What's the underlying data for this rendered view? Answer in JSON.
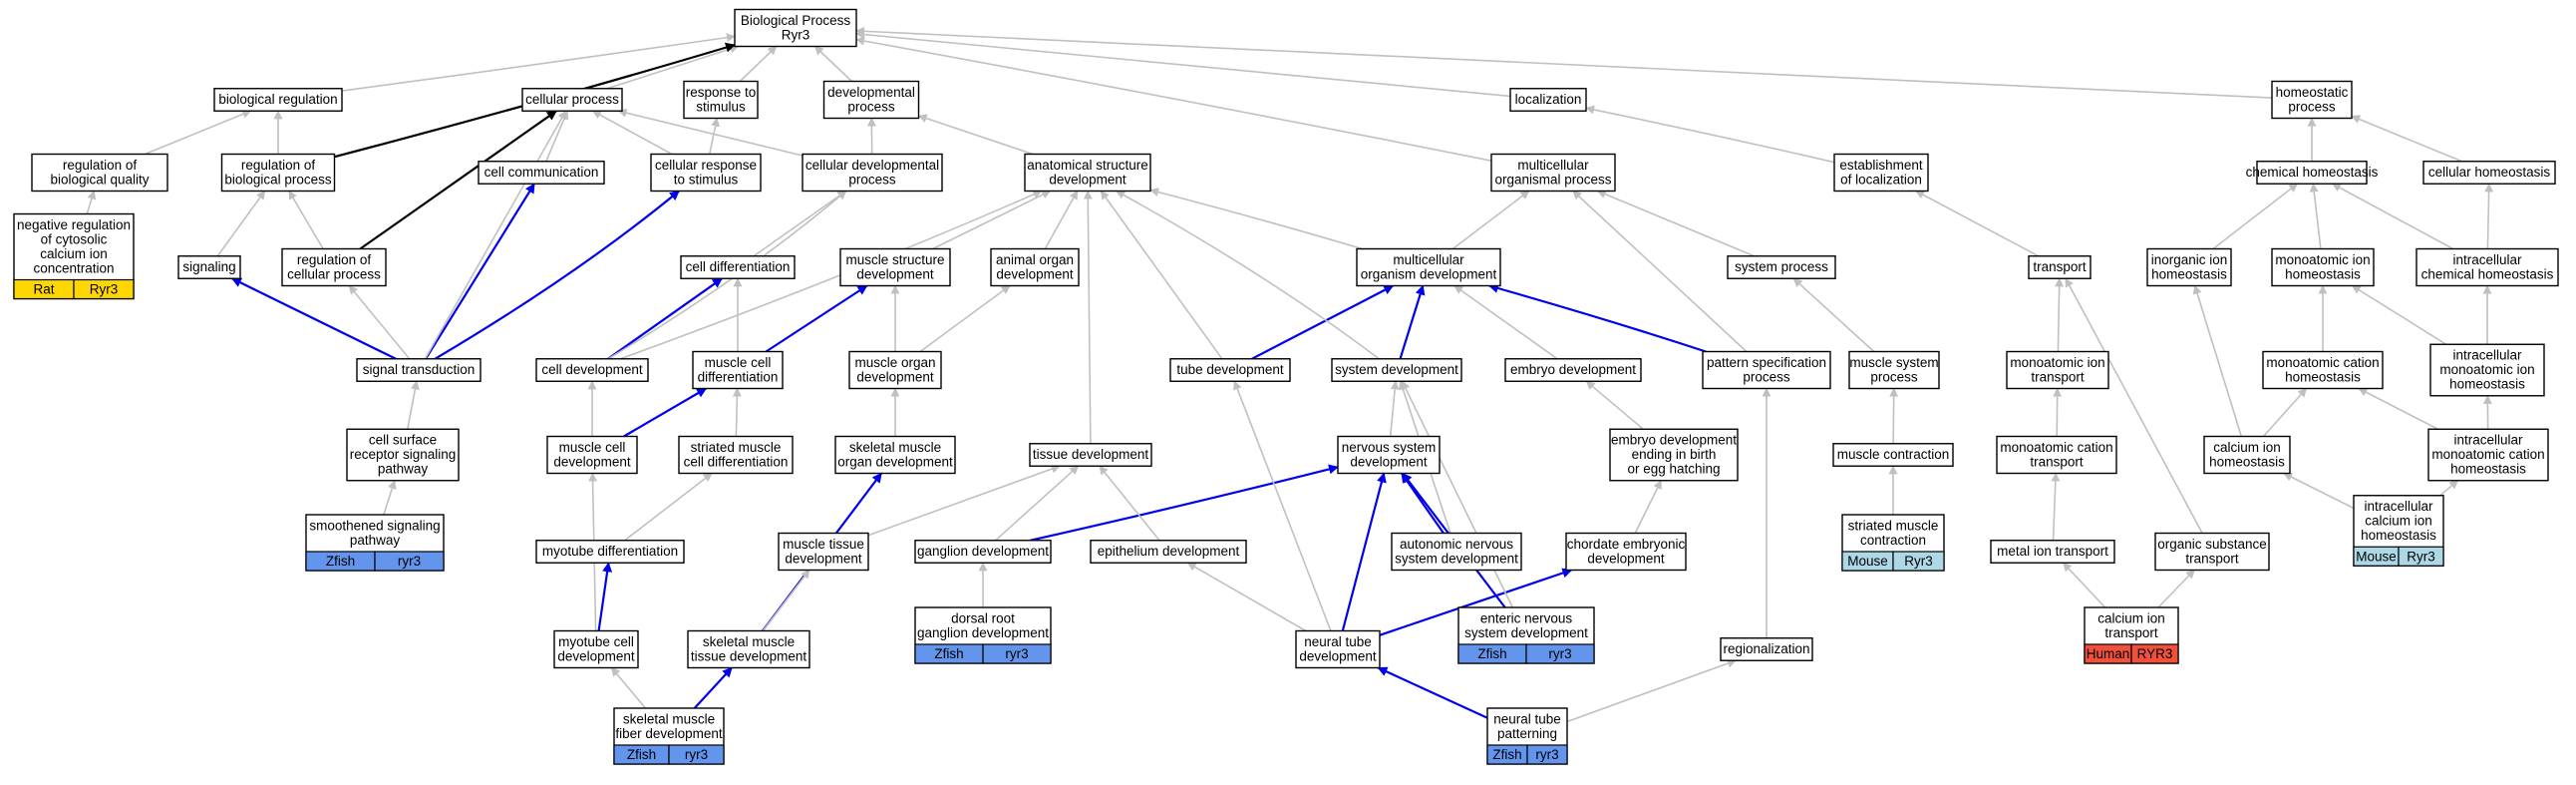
{
  "colors": {
    "gray_edge": "#c0c0c0",
    "black_edge": "#000000",
    "blue_edge": "#0000ee",
    "zfish_badge": "#6495ed",
    "mouse_badge": "#add8e6",
    "rat_badge": "#ffd700",
    "human_badge": "#f0503c"
  },
  "nodes": {
    "root": [
      "Biological Process",
      "Ryr3"
    ],
    "bioreg": [
      "biological regulation"
    ],
    "cellproc": [
      "cellular process"
    ],
    "resp": [
      "response to",
      "stimulus"
    ],
    "devproc": [
      "developmental",
      "process"
    ],
    "local": [
      "localization"
    ],
    "homeo": [
      "homeostatic",
      "process"
    ],
    "regbq": [
      "regulation of",
      "biological quality"
    ],
    "regbp": [
      "regulation of",
      "biological process"
    ],
    "cellcomm": [
      "cell communication"
    ],
    "cellresp": [
      "cellular response",
      "to stimulus"
    ],
    "celldevp": [
      "cellular developmental",
      "process"
    ],
    "anat": [
      "anatomical structure",
      "development"
    ],
    "multorg": [
      "multicellular",
      "organismal process"
    ],
    "estloc": [
      "establishment",
      "of localization"
    ],
    "chemh": [
      "chemical homeostasis"
    ],
    "cellh": [
      "cellular homeostasis"
    ],
    "negreg": [
      "negative regulation",
      "of cytosolic",
      "calcium ion",
      "concentration"
    ],
    "signaling": [
      "signaling"
    ],
    "regcp": [
      "regulation of",
      "cellular process"
    ],
    "celldiff": [
      "cell differentiation"
    ],
    "musstr": [
      "muscle structure",
      "development"
    ],
    "animorg": [
      "animal organ",
      "development"
    ],
    "multdev": [
      "multicellular",
      "organism development"
    ],
    "sysproc": [
      "system process"
    ],
    "transport": [
      "transport"
    ],
    "inorg": [
      "inorganic ion",
      "homeostasis"
    ],
    "monoh": [
      "monoatomic ion",
      "homeostasis"
    ],
    "intrachem": [
      "intracellular",
      "chemical homeostasis"
    ],
    "sigtrans": [
      "signal transduction"
    ],
    "celldev": [
      "cell development"
    ],
    "muscdiff": [
      "muscle cell",
      "differentiation"
    ],
    "musorg": [
      "muscle organ",
      "development"
    ],
    "tubedev": [
      "tube development"
    ],
    "sysdev": [
      "system development"
    ],
    "embdev": [
      "embryo development"
    ],
    "patspec": [
      "pattern specification",
      "process"
    ],
    "mussys": [
      "muscle system",
      "process"
    ],
    "monotr": [
      "monoatomic ion",
      "transport"
    ],
    "monocath": [
      "monoatomic cation",
      "homeostasis"
    ],
    "intramono": [
      "intracellular",
      "monoatomic ion",
      "homeostasis"
    ],
    "cellsurf": [
      "cell surface",
      "receptor signaling",
      "pathway"
    ],
    "musceldev": [
      "muscle cell",
      "development"
    ],
    "strmusdiff": [
      "striated muscle",
      "cell differentiation"
    ],
    "skelorg": [
      "skeletal muscle",
      "organ development"
    ],
    "tissue": [
      "tissue development"
    ],
    "nervsys": [
      "nervous system",
      "development"
    ],
    "embbirth": [
      "embryo development",
      "ending in birth",
      "or egg hatching"
    ],
    "muscontr": [
      "muscle contraction"
    ],
    "monocattr": [
      "monoatomic cation",
      "transport"
    ],
    "calh": [
      "calcium ion",
      "homeostasis"
    ],
    "intramonocat": [
      "intracellular",
      "monoatomic cation",
      "homeostasis"
    ],
    "smooth": [
      "smoothened signaling",
      "pathway"
    ],
    "myodiff": [
      "myotube differentiation"
    ],
    "mustis": [
      "muscle tissue",
      "development"
    ],
    "ganglion": [
      "ganglion development"
    ],
    "epith": [
      "epithelium development"
    ],
    "autonom": [
      "autonomic nervous",
      "system development"
    ],
    "chordate": [
      "chordate embryonic",
      "development"
    ],
    "striatcon": [
      "striated muscle",
      "contraction"
    ],
    "metaltr": [
      "metal ion transport"
    ],
    "orgsub": [
      "organic substance",
      "transport"
    ],
    "intracal": [
      "intracellular",
      "calcium ion",
      "homeostasis"
    ],
    "myocell": [
      "myotube cell",
      "development"
    ],
    "skeltis": [
      "skeletal muscle",
      "tissue development"
    ],
    "drg": [
      "dorsal root",
      "ganglion development"
    ],
    "neuraltube": [
      "neural tube",
      "development"
    ],
    "enteric": [
      "enteric nervous",
      "system development"
    ],
    "regional": [
      "regionalization"
    ],
    "caltr": [
      "calcium ion",
      "transport"
    ],
    "skelfib": [
      "skeletal muscle",
      "fiber development"
    ],
    "ntpat": [
      "neural tube",
      "patterning"
    ]
  },
  "badges": {
    "negreg": {
      "species": "Rat",
      "gene": "Ryr3",
      "color": "#ffd700"
    },
    "smooth": {
      "species": "Zfish",
      "gene": "ryr3",
      "color": "#6495ed"
    },
    "striatcon": {
      "species": "Mouse",
      "gene": "Ryr3",
      "color": "#add8e6"
    },
    "intracal": {
      "species": "Mouse",
      "gene": "Ryr3",
      "color": "#add8e6"
    },
    "drg": {
      "species": "Zfish",
      "gene": "ryr3",
      "color": "#6495ed"
    },
    "enteric": {
      "species": "Zfish",
      "gene": "ryr3",
      "color": "#6495ed"
    },
    "caltr": {
      "species": "Human",
      "gene": "RYR3",
      "color": "#f0503c"
    },
    "skelfib": {
      "species": "Zfish",
      "gene": "ryr3",
      "color": "#6495ed"
    },
    "ntpat": {
      "species": "Zfish",
      "gene": "ryr3",
      "color": "#6495ed"
    }
  },
  "edges": [
    [
      "bioreg",
      "root",
      "gray"
    ],
    [
      "cellproc",
      "root",
      "gray"
    ],
    [
      "resp",
      "root",
      "gray"
    ],
    [
      "devproc",
      "root",
      "gray"
    ],
    [
      "local",
      "root",
      "gray"
    ],
    [
      "homeo",
      "root",
      "gray"
    ],
    [
      "multorg",
      "root",
      "gray"
    ],
    [
      "regbq",
      "bioreg",
      "gray"
    ],
    [
      "regbp",
      "bioreg",
      "gray"
    ],
    [
      "regbp",
      "root",
      "black"
    ],
    [
      "cellcomm",
      "cellproc",
      "gray"
    ],
    [
      "cellresp",
      "cellproc",
      "gray"
    ],
    [
      "cellresp",
      "resp",
      "gray"
    ],
    [
      "celldevp",
      "cellproc",
      "gray"
    ],
    [
      "celldevp",
      "devproc",
      "gray"
    ],
    [
      "anat",
      "devproc",
      "gray"
    ],
    [
      "estloc",
      "local",
      "gray"
    ],
    [
      "chemh",
      "homeo",
      "gray"
    ],
    [
      "cellh",
      "homeo",
      "gray"
    ],
    [
      "negreg",
      "regbq",
      "gray"
    ],
    [
      "signaling",
      "regbp",
      "gray"
    ],
    [
      "regcp",
      "regbp",
      "gray"
    ],
    [
      "regcp",
      "cellproc",
      "black"
    ],
    [
      "celldiff",
      "celldevp",
      "gray"
    ],
    [
      "musstr",
      "anat",
      "gray"
    ],
    [
      "animorg",
      "anat",
      "gray"
    ],
    [
      "multdev",
      "anat",
      "gray"
    ],
    [
      "multdev",
      "multorg",
      "gray"
    ],
    [
      "sysproc",
      "multorg",
      "gray"
    ],
    [
      "transport",
      "estloc",
      "gray"
    ],
    [
      "inorg",
      "chemh",
      "gray"
    ],
    [
      "monoh",
      "chemh",
      "gray"
    ],
    [
      "intrachem",
      "chemh",
      "gray"
    ],
    [
      "intrachem",
      "cellh",
      "gray"
    ],
    [
      "sigtrans",
      "signaling",
      "blue"
    ],
    [
      "sigtrans",
      "cellcomm",
      "blue"
    ],
    [
      "sigtrans",
      "cellresp",
      "blue"
    ],
    [
      "sigtrans",
      "regcp",
      "gray"
    ],
    [
      "sigtrans",
      "cellproc",
      "gray"
    ],
    [
      "celldev",
      "celldiff",
      "blue"
    ],
    [
      "celldev",
      "celldevp",
      "gray"
    ],
    [
      "celldev",
      "anat",
      "gray"
    ],
    [
      "muscdiff",
      "celldiff",
      "gray"
    ],
    [
      "muscdiff",
      "musstr",
      "blue"
    ],
    [
      "musorg",
      "musstr",
      "gray"
    ],
    [
      "musorg",
      "animorg",
      "gray"
    ],
    [
      "tubedev",
      "multdev",
      "blue"
    ],
    [
      "tubedev",
      "anat",
      "gray"
    ],
    [
      "sysdev",
      "multdev",
      "blue"
    ],
    [
      "sysdev",
      "anat",
      "gray"
    ],
    [
      "embdev",
      "multdev",
      "gray"
    ],
    [
      "patspec",
      "multdev",
      "blue"
    ],
    [
      "patspec",
      "multorg",
      "gray"
    ],
    [
      "mussys",
      "sysproc",
      "gray"
    ],
    [
      "monotr",
      "transport",
      "gray"
    ],
    [
      "monocath",
      "monoh",
      "gray"
    ],
    [
      "intramono",
      "monoh",
      "gray"
    ],
    [
      "intramono",
      "intrachem",
      "gray"
    ],
    [
      "cellsurf",
      "sigtrans",
      "gray"
    ],
    [
      "musceldev",
      "celldev",
      "gray"
    ],
    [
      "musceldev",
      "muscdiff",
      "blue"
    ],
    [
      "strmusdiff",
      "muscdiff",
      "gray"
    ],
    [
      "skelorg",
      "musorg",
      "gray"
    ],
    [
      "tissue",
      "anat",
      "gray"
    ],
    [
      "nervsys",
      "sysdev",
      "gray"
    ],
    [
      "embbirth",
      "embdev",
      "gray"
    ],
    [
      "muscontr",
      "mussys",
      "gray"
    ],
    [
      "monocattr",
      "monotr",
      "gray"
    ],
    [
      "calh",
      "monocath",
      "gray"
    ],
    [
      "calh",
      "inorg",
      "gray"
    ],
    [
      "intramonocat",
      "monocath",
      "gray"
    ],
    [
      "intramonocat",
      "intramono",
      "gray"
    ],
    [
      "smooth",
      "cellsurf",
      "gray"
    ],
    [
      "myodiff",
      "strmusdiff",
      "gray"
    ],
    [
      "mustis",
      "tissue",
      "gray"
    ],
    [
      "ganglion",
      "tissue",
      "gray"
    ],
    [
      "ganglion",
      "nervsys",
      "blue"
    ],
    [
      "epith",
      "tissue",
      "gray"
    ],
    [
      "autonom",
      "nervsys",
      "blue"
    ],
    [
      "autonom",
      "sysdev",
      "gray"
    ],
    [
      "chordate",
      "embbirth",
      "gray"
    ],
    [
      "striatcon",
      "muscontr",
      "gray"
    ],
    [
      "metaltr",
      "monocattr",
      "gray"
    ],
    [
      "orgsub",
      "transport",
      "gray"
    ],
    [
      "intracal",
      "calh",
      "gray"
    ],
    [
      "intracal",
      "intramonocat",
      "gray"
    ],
    [
      "myocell",
      "myodiff",
      "blue"
    ],
    [
      "myocell",
      "musceldev",
      "gray"
    ],
    [
      "skeltis",
      "skelorg",
      "blue"
    ],
    [
      "skeltis",
      "mustis",
      "gray"
    ],
    [
      "drg",
      "ganglion",
      "gray"
    ],
    [
      "neuraltube",
      "nervsys",
      "blue"
    ],
    [
      "neuraltube",
      "chordate",
      "blue"
    ],
    [
      "neuraltube",
      "epith",
      "gray"
    ],
    [
      "neuraltube",
      "tubedev",
      "gray"
    ],
    [
      "enteric",
      "nervsys",
      "blue"
    ],
    [
      "enteric",
      "sysdev",
      "gray"
    ],
    [
      "regional",
      "patspec",
      "gray"
    ],
    [
      "caltr",
      "metaltr",
      "gray"
    ],
    [
      "caltr",
      "orgsub",
      "gray"
    ],
    [
      "skelfib",
      "myocell",
      "gray"
    ],
    [
      "skelfib",
      "skeltis",
      "blue"
    ],
    [
      "ntpat",
      "neuraltube",
      "blue"
    ],
    [
      "ntpat",
      "regional",
      "gray"
    ]
  ]
}
